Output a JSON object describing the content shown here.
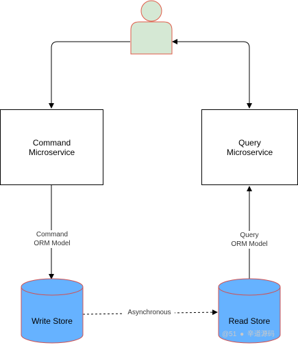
{
  "diagram": {
    "command_service": {
      "line1": "Command",
      "line2": "Microservice"
    },
    "query_service": {
      "line1": "Query",
      "line2": "Microservice"
    },
    "command_edge": {
      "line1": "Command",
      "line2": "ORM Model"
    },
    "query_edge": {
      "line1": "Query",
      "line2": "ORM Model"
    },
    "write_store": "Write Store",
    "read_store": "Read Store",
    "async_edge": "Asynchronous",
    "watermark_left": "@51",
    "watermark_right": "辛道源码"
  },
  "colors": {
    "actor_fill": "#d5e8d4",
    "actor_stroke": "#e05a47",
    "store_fill": "#66b2ff",
    "store_stroke": "#d05050",
    "line": "#000000"
  }
}
